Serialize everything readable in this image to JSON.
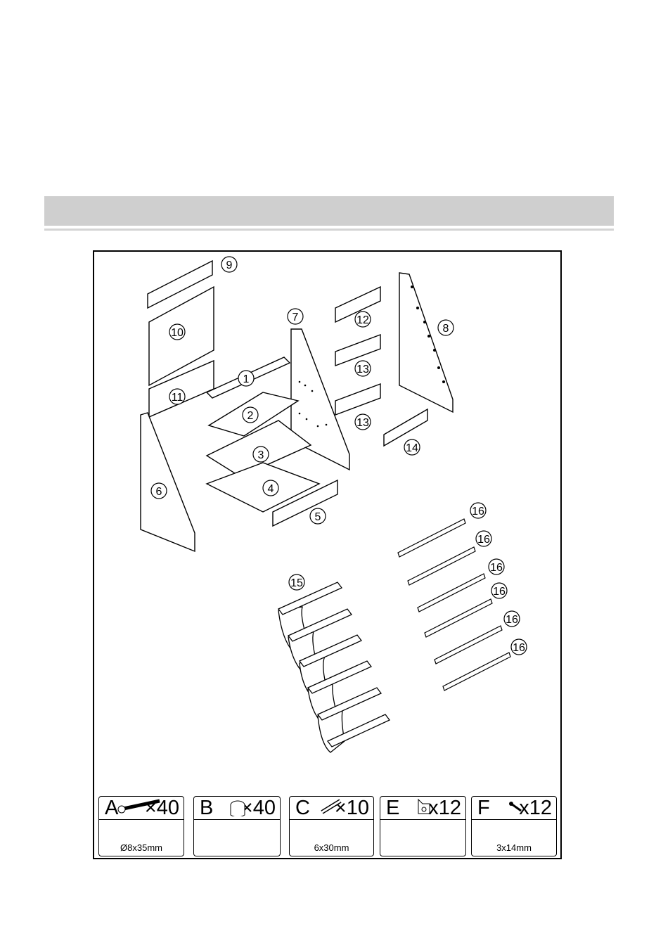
{
  "parts": [
    {
      "num": "1"
    },
    {
      "num": "2"
    },
    {
      "num": "3"
    },
    {
      "num": "4"
    },
    {
      "num": "5"
    },
    {
      "num": "6"
    },
    {
      "num": "7"
    },
    {
      "num": "8"
    },
    {
      "num": "9"
    },
    {
      "num": "10"
    },
    {
      "num": "11"
    },
    {
      "num": "12"
    },
    {
      "num": "13"
    },
    {
      "num": "13"
    },
    {
      "num": "14"
    },
    {
      "num": "15"
    },
    {
      "num": "16"
    },
    {
      "num": "16"
    },
    {
      "num": "16"
    },
    {
      "num": "16"
    },
    {
      "num": "16"
    },
    {
      "num": "16"
    }
  ],
  "hardware": [
    {
      "letter": "A",
      "qty": "×40",
      "size": "Ø8x35mm",
      "icon": "dowel-bolt-icon"
    },
    {
      "letter": "B",
      "qty": "×40",
      "size": "",
      "icon": "cam-lock-icon"
    },
    {
      "letter": "C",
      "qty": "×10",
      "size": "6x30mm",
      "icon": "wood-dowel-icon"
    },
    {
      "letter": "E",
      "qty": "x12",
      "size": "",
      "icon": "shelf-pin-icon"
    },
    {
      "letter": "F",
      "qty": "x12",
      "size": "3x14mm",
      "icon": "screw-icon"
    }
  ]
}
